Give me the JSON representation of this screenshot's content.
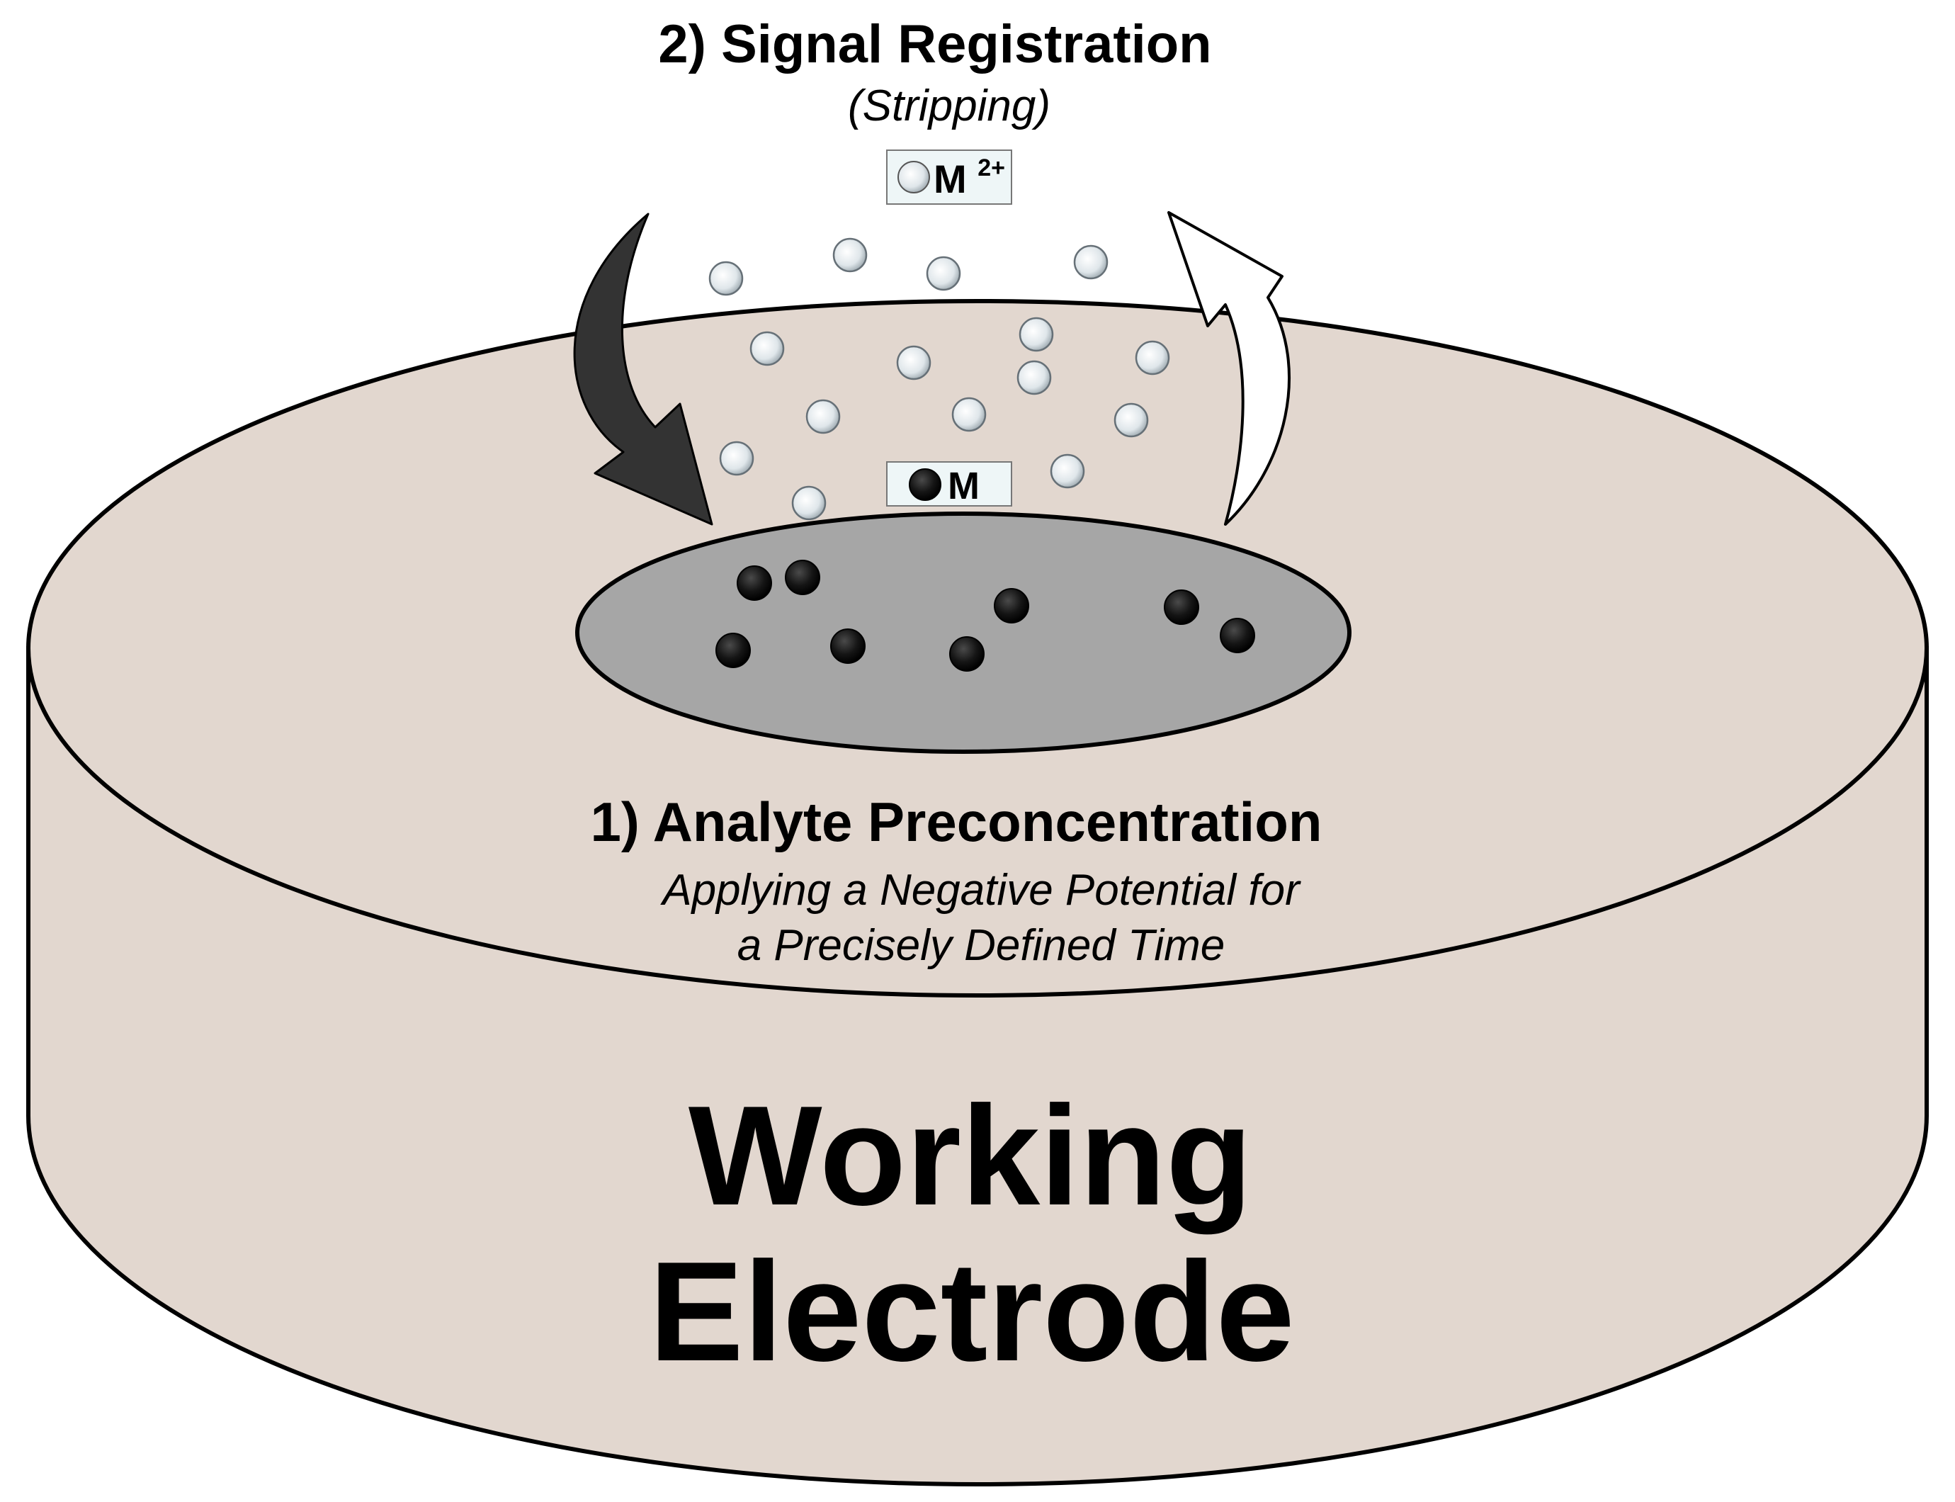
{
  "step2": {
    "title": "2) Signal Registration",
    "subtitle": "(Stripping)"
  },
  "ion_label": {
    "symbol": "M",
    "superscript": "2+"
  },
  "metal_label": {
    "symbol": "M"
  },
  "step1": {
    "title": "1) Analyte Preconcentration",
    "line1": "Applying a Negative Potential for",
    "line2": "a Precisely Defined Time"
  },
  "electrode": {
    "line1": "Working",
    "line2": "Electrode"
  },
  "colors": {
    "electrode_fill": "#e2d7cf",
    "active_area_fill": "#a6a6a6",
    "deposit_arrow": "#333333",
    "strip_arrow": "#ffffff",
    "label_box_fill": "#eef6f7",
    "ion_fill": "#dfe6ea",
    "metal_fill": "#111111"
  },
  "icons": {
    "ion": "metal-ion-circle-icon",
    "metal": "metal-atom-dot-icon",
    "deposit_arrow": "curved-arrow-down-icon",
    "strip_arrow": "curved-arrow-up-icon"
  }
}
